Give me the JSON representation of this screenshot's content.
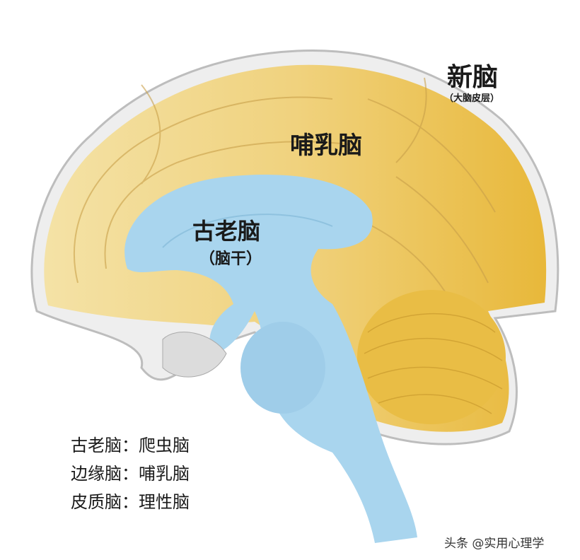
{
  "labels": {
    "neocortex": "新脑",
    "neocortex_sub": "（大脑皮层）",
    "mammalian": "哺乳脑",
    "old_brain": "古老脑",
    "old_brain_sub": "（脑干）"
  },
  "legend": [
    "古老脑：爬虫脑",
    "边缘脑：哺乳脑",
    "皮质脑：理性脑"
  ],
  "watermark": "头条 @实用心理学",
  "colors": {
    "cortex_yellow": "#ebc35a",
    "cortex_pale": "#f4e2a6",
    "brainstem_blue": "#a9d5ee",
    "outline_grey": "#d8d8d8"
  }
}
